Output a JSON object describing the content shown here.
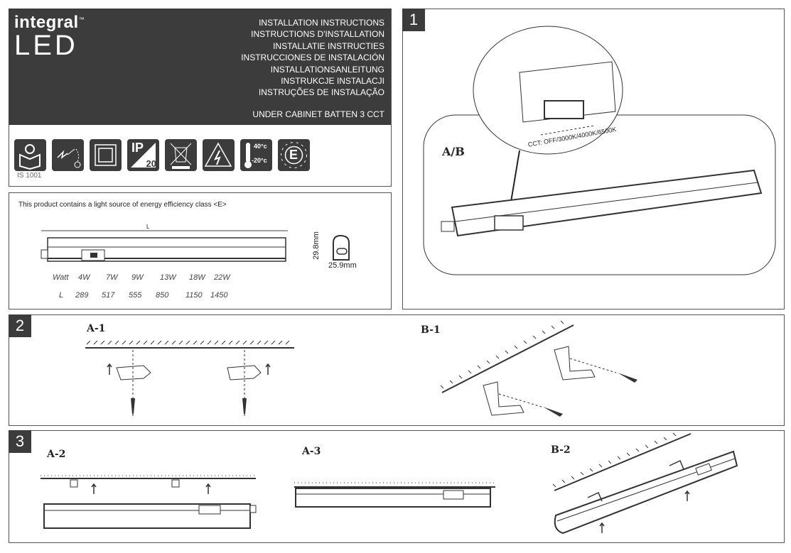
{
  "brand": {
    "line1": "integral",
    "tm": "™",
    "line2": "LED"
  },
  "titles": [
    "INSTALLATION INSTRUCTIONS",
    "INSTRUCTIONS D'INSTALLATION",
    "INSTALLATIE INSTRUCTIES",
    "INSTRUCCIONES DE INSTALACIÓN",
    "INSTALLATIONSANLEITUNG",
    "INSTRUKCJE INSTALACJI",
    "INSTRUÇÕES DE INSTALAÇÃO"
  ],
  "product": "UNDER CABINET BATTEN 3 CCT",
  "icons": {
    "is_code": "IS 1001",
    "ip_top": "IP",
    "ip_bottom": "20",
    "temp_max": "40°c",
    "temp_min": "-20°c",
    "energy": "E"
  },
  "spec": {
    "note": "This product contains a light source of energy efficiency class <E>",
    "length_label": "L",
    "watt_label": "Watt",
    "watts": [
      "4W",
      "7W",
      "9W",
      "13W",
      "18W",
      "22W"
    ],
    "l_label": "L",
    "lengths": [
      "289",
      "517",
      "555",
      "850",
      "1150",
      "1450"
    ],
    "height": "29.8mm",
    "width": "25.9mm"
  },
  "steps": {
    "s1": "1",
    "s2": "2",
    "s3": "3"
  },
  "labels": {
    "ab": "A/B",
    "cct": "CCT: OFF/3000K/4000K/6500K",
    "a1": "A-1",
    "b1": "B-1",
    "a2": "A-2",
    "a3": "A-3",
    "b2": "B-2"
  }
}
